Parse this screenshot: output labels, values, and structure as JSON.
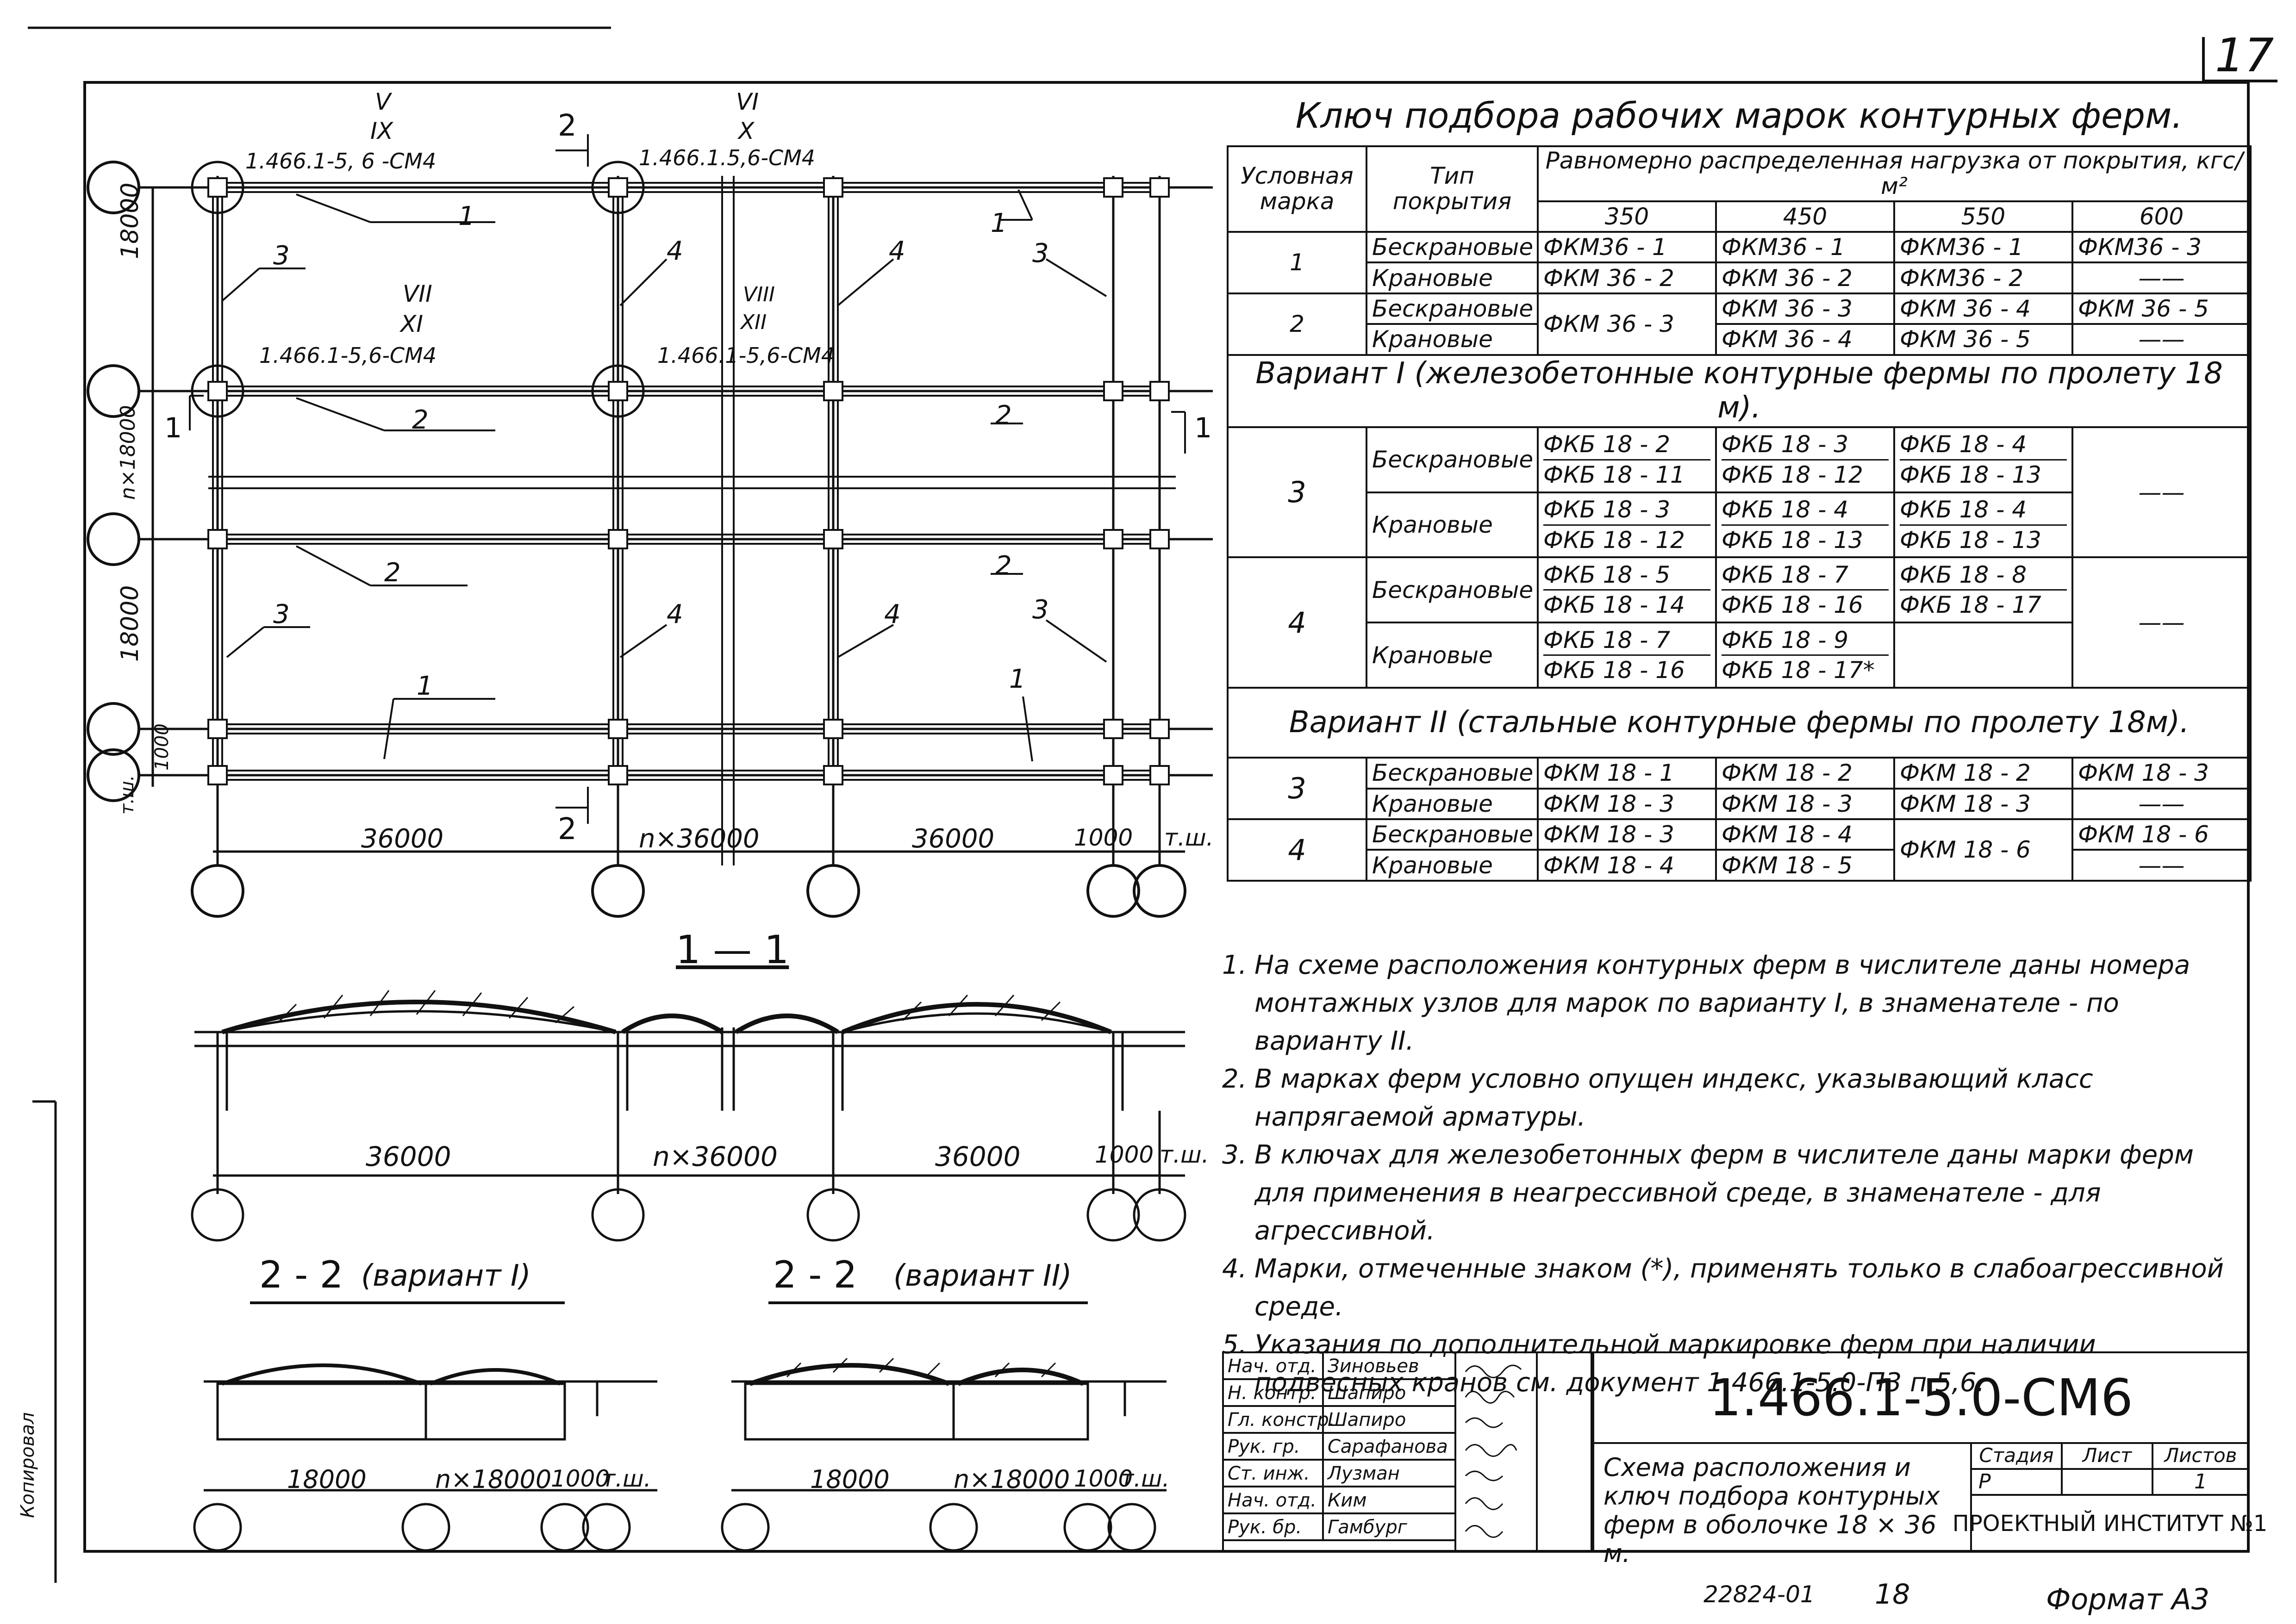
{
  "page_number": "17",
  "plan": {
    "node_labels": [
      {
        "fraction": "V / IX",
        "top": "V",
        "bottom": "IX"
      },
      {
        "fraction": "VI / X",
        "top": "VI",
        "bottom": "X"
      },
      {
        "fraction": "VII / XI",
        "top": "VII",
        "bottom": "XI"
      },
      {
        "fraction": "VIII / XII",
        "top": "VIII",
        "bottom": "XII"
      }
    ],
    "node_refs": [
      "1.466.1-5, 6 -СМ4",
      "1.466.1.5,6-СМ4",
      "1.466.1-5,6-СМ4",
      "1.466.1-5,6-СМ4"
    ],
    "dims_vertical": [
      "18000",
      "n×18000",
      "18000",
      "1000",
      "т.ш."
    ],
    "dims_horizontal": [
      "36000",
      "n×36000",
      "36000",
      "1000",
      "т.ш."
    ],
    "callouts": [
      "1",
      "2",
      "3",
      "4"
    ],
    "section_marks": [
      "1",
      "2"
    ]
  },
  "section11": {
    "title": "1 — 1",
    "dims": [
      "36000",
      "n×36000",
      "36000",
      "1000",
      "т.ш."
    ]
  },
  "section22a": {
    "title": "2 - 2",
    "variant": "(вариант I)",
    "dims": [
      "18000",
      "n×18000",
      "1000",
      "т.ш."
    ]
  },
  "section22b": {
    "title": "2 - 2",
    "variant": "(вариант II)",
    "dims": [
      "18000",
      "n×18000",
      "1000",
      "т.ш."
    ]
  },
  "key": {
    "title": "Ключ подбора рабочих марок контурных ферм.",
    "h_mark": "Условная марка",
    "h_type": "Тип покрытия",
    "h_load": "Равномерно распределенная нагрузка от покрытия, кгс/м²",
    "loads": [
      "350",
      "450",
      "550",
      "600"
    ],
    "rows_top": [
      {
        "mark": "1",
        "rows": [
          {
            "type": "Бескрановые",
            "v": [
              "ФКМ36 - 1",
              "ФКМ36 - 1",
              "ФКМ36 - 1",
              "ФКМ36 - 3"
            ]
          },
          {
            "type": "Крановые",
            "v": [
              "ФКМ 36 - 2",
              "ФКМ 36 - 2",
              "ФКМ36 - 2",
              "——"
            ]
          }
        ]
      },
      {
        "mark": "2",
        "rows": [
          {
            "type": "Бескрановые",
            "v": [
              "ФКМ 36 - 3",
              "ФКМ 36 - 3",
              "ФКМ 36 - 4",
              "ФКМ 36 - 5"
            ]
          },
          {
            "type": "Крановые",
            "v": [
              "",
              "ФКМ 36 - 4",
              "ФКМ 36 - 5",
              "——"
            ]
          }
        ]
      }
    ],
    "variant1": "Вариант I (железобетонные контурные фермы по пролету 18 м).",
    "rows_v1": [
      {
        "mark": "3",
        "rows": [
          {
            "type": "Бескрановые",
            "v": [
              [
                "ФКБ 18 - 2",
                "ФКБ 18 - 11"
              ],
              [
                "ФКБ 18 - 3",
                "ФКБ 18 - 12"
              ],
              [
                "ФКБ 18 - 4",
                "ФКБ 18 - 13"
              ],
              [
                "",
                ""
              ]
            ]
          },
          {
            "type": "Крановые",
            "v": [
              [
                "ФКБ 18 - 3",
                "ФКБ 18 - 12"
              ],
              [
                "ФКБ 18 - 4",
                "ФКБ 18 - 13"
              ],
              [
                "ФКБ 18 - 4",
                "ФКБ 18 - 13"
              ],
              [
                "——",
                ""
              ]
            ]
          }
        ]
      },
      {
        "mark": "4",
        "rows": [
          {
            "type": "Бескрановые",
            "v": [
              [
                "ФКБ 18 - 5",
                "ФКБ 18 - 14"
              ],
              [
                "ФКБ 18 - 7",
                "ФКБ 18 - 16"
              ],
              [
                "ФКБ 18 - 8",
                "ФКБ 18 - 17"
              ],
              [
                "",
                ""
              ]
            ]
          },
          {
            "type": "Крановые",
            "v": [
              [
                "ФКБ 18 - 7",
                "ФКБ 18 - 16"
              ],
              [
                "ФКБ 18 - 9",
                "ФКБ 18 - 17*"
              ],
              [
                "",
                ""
              ],
              [
                "——",
                ""
              ]
            ]
          }
        ]
      }
    ],
    "variant2": "Вариант II (стальные контурные фермы по пролету 18м).",
    "rows_v2": [
      {
        "mark": "3",
        "rows": [
          {
            "type": "Бескрановые",
            "v": [
              "ФКМ 18 - 1",
              "ФКМ 18 - 2",
              "ФКМ 18 - 2",
              "ФКМ 18 - 3"
            ]
          },
          {
            "type": "Крановые",
            "v": [
              "ФКМ 18 - 3",
              "ФКМ 18 - 3",
              "ФКМ 18 - 3",
              "——"
            ]
          }
        ]
      },
      {
        "mark": "4",
        "rows": [
          {
            "type": "Бескрановые",
            "v": [
              "ФКМ 18 - 3",
              "ФКМ 18 - 4",
              "ФКМ 18 - 6",
              "ФКМ 18 - 6"
            ]
          },
          {
            "type": "Крановые",
            "v": [
              "ФКМ 18 - 4",
              "ФКМ 18 - 5",
              "",
              "——"
            ]
          }
        ]
      }
    ]
  },
  "notes": [
    {
      "n": "1.",
      "text": "На схеме расположения контурных ферм в числителе даны номера монтажных узлов для марок по варианту I, в знаменателе - по варианту II."
    },
    {
      "n": "2.",
      "text": "В марках ферм условно опущен индекс, указывающий класс напрягаемой арматуры."
    },
    {
      "n": "3.",
      "text": "В ключах для железобетонных ферм в числителе даны марки ферм для применения в неагрессивной среде, в знаменателе - для агрессивной."
    },
    {
      "n": "4.",
      "text": "Марки, отмеченные знаком (*), применять только в слабоагрессивной среде."
    },
    {
      "n": "5.",
      "text": "Указания по дополнительной маркировке ферм при наличии подвесных кранов см. документ 1.466.1-5.0-П3 п.5,6."
    }
  ],
  "stamp": {
    "people": [
      {
        "role": "Нач. отд.",
        "name": "Зиновьев"
      },
      {
        "role": "Н. контр.",
        "name": "Шапиро"
      },
      {
        "role": "Гл. констр.",
        "name": "Шапиро"
      },
      {
        "role": "Рук. гр.",
        "name": "Сарафанова"
      },
      {
        "role": "Ст. инж.",
        "name": "Лузман"
      },
      {
        "role": "Нач. отд.",
        "name": "Ким"
      },
      {
        "role": "Рук. бр.",
        "name": "Гамбург"
      }
    ],
    "doc_number": "1.466.1-5.0-СМ6",
    "title": "Схема расположения и ключ подбора контурных ферм в оболочке 18 × 36 м.",
    "stage_label": "Стадия",
    "sheet_label": "Лист",
    "sheets_label": "Листов",
    "stage": "Р",
    "sheet": "",
    "sheets": "1",
    "org": "ПРОЕКТНЫЙ ИНСТИТУТ №1"
  },
  "footer": {
    "code": "22824-01",
    "page": "18",
    "format": "Формат А3"
  },
  "margin_text": "Копировал"
}
